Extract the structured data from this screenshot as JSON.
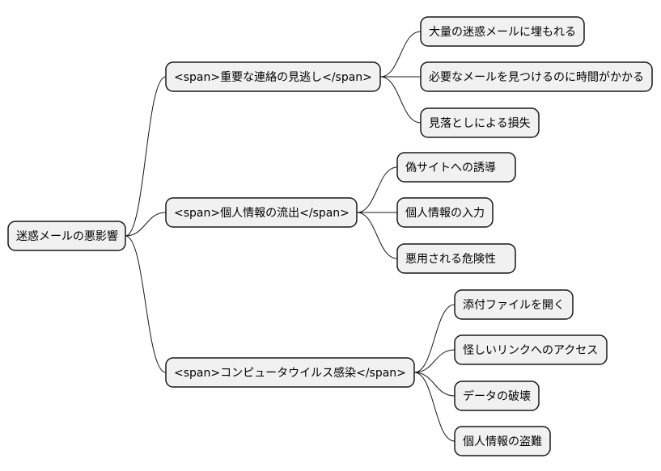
{
  "colors": {
    "node_fill": "#f1f1f1",
    "node_stroke": "#181818",
    "text": "#000000",
    "background": "#ffffff"
  },
  "root": {
    "label": "迷惑メールの悪影響"
  },
  "branches": [
    {
      "label": "<span>重要な連絡の見逃し</span>",
      "children": [
        {
          "label": "大量の迷惑メールに埋もれる"
        },
        {
          "label": "必要なメールを見つけるのに時間がかかる"
        },
        {
          "label": "見落としによる損失"
        }
      ]
    },
    {
      "label": "<span>個人情報の流出</span>",
      "children": [
        {
          "label": "偽サイトへの誘導"
        },
        {
          "label": "個人情報の入力"
        },
        {
          "label": "悪用される危険性"
        }
      ]
    },
    {
      "label": "<span>コンピュータウイルス感染</span>",
      "children": [
        {
          "label": "添付ファイルを開く"
        },
        {
          "label": "怪しいリンクへのアクセス"
        },
        {
          "label": "データの破壊"
        },
        {
          "label": "個人情報の盗難"
        }
      ]
    }
  ]
}
